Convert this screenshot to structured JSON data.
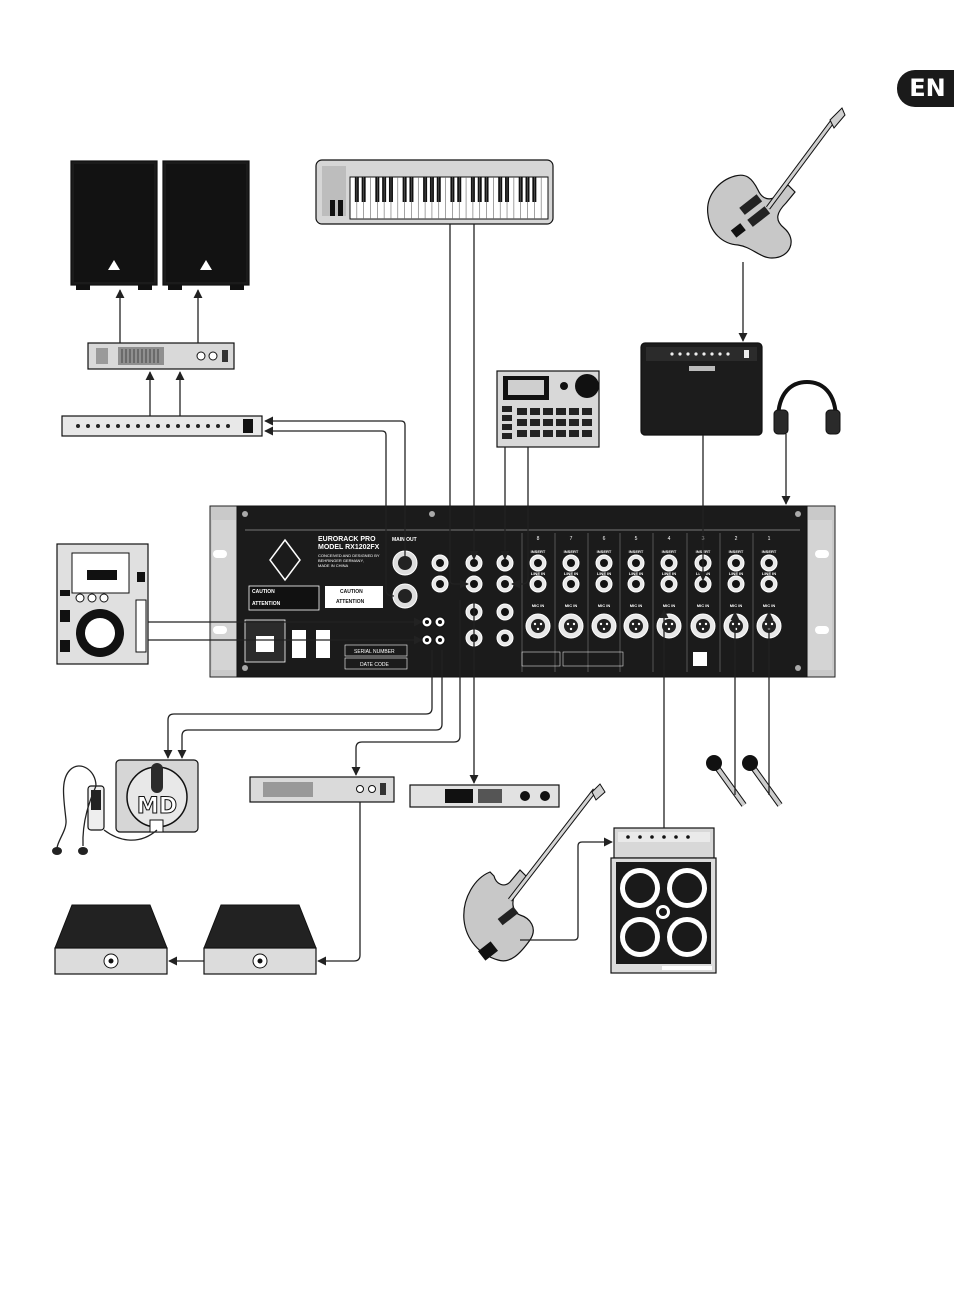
{
  "language_badge": "EN",
  "mixer": {
    "brand": "behringer",
    "product_line": "EURORACK PRO",
    "model": "MODEL RX1202FX",
    "origin_lines": [
      "CONCEIVED AND DESIGNED BY",
      "BEHRINGER GERMANY,",
      "MADE IN CHINA"
    ],
    "main_out_label": "MAIN OUT",
    "caution_title": "CAUTION",
    "attention_title": "ATTENTION",
    "serial_label": "SERIAL NUMBER",
    "date_code_label": "DATE CODE",
    "input_labels": [
      "INSERT",
      "LINE IN",
      "MIC IN"
    ],
    "channel_numbers": [
      "8",
      "7",
      "6",
      "5",
      "4",
      "3",
      "2",
      "1"
    ]
  },
  "md_label": "MD"
}
